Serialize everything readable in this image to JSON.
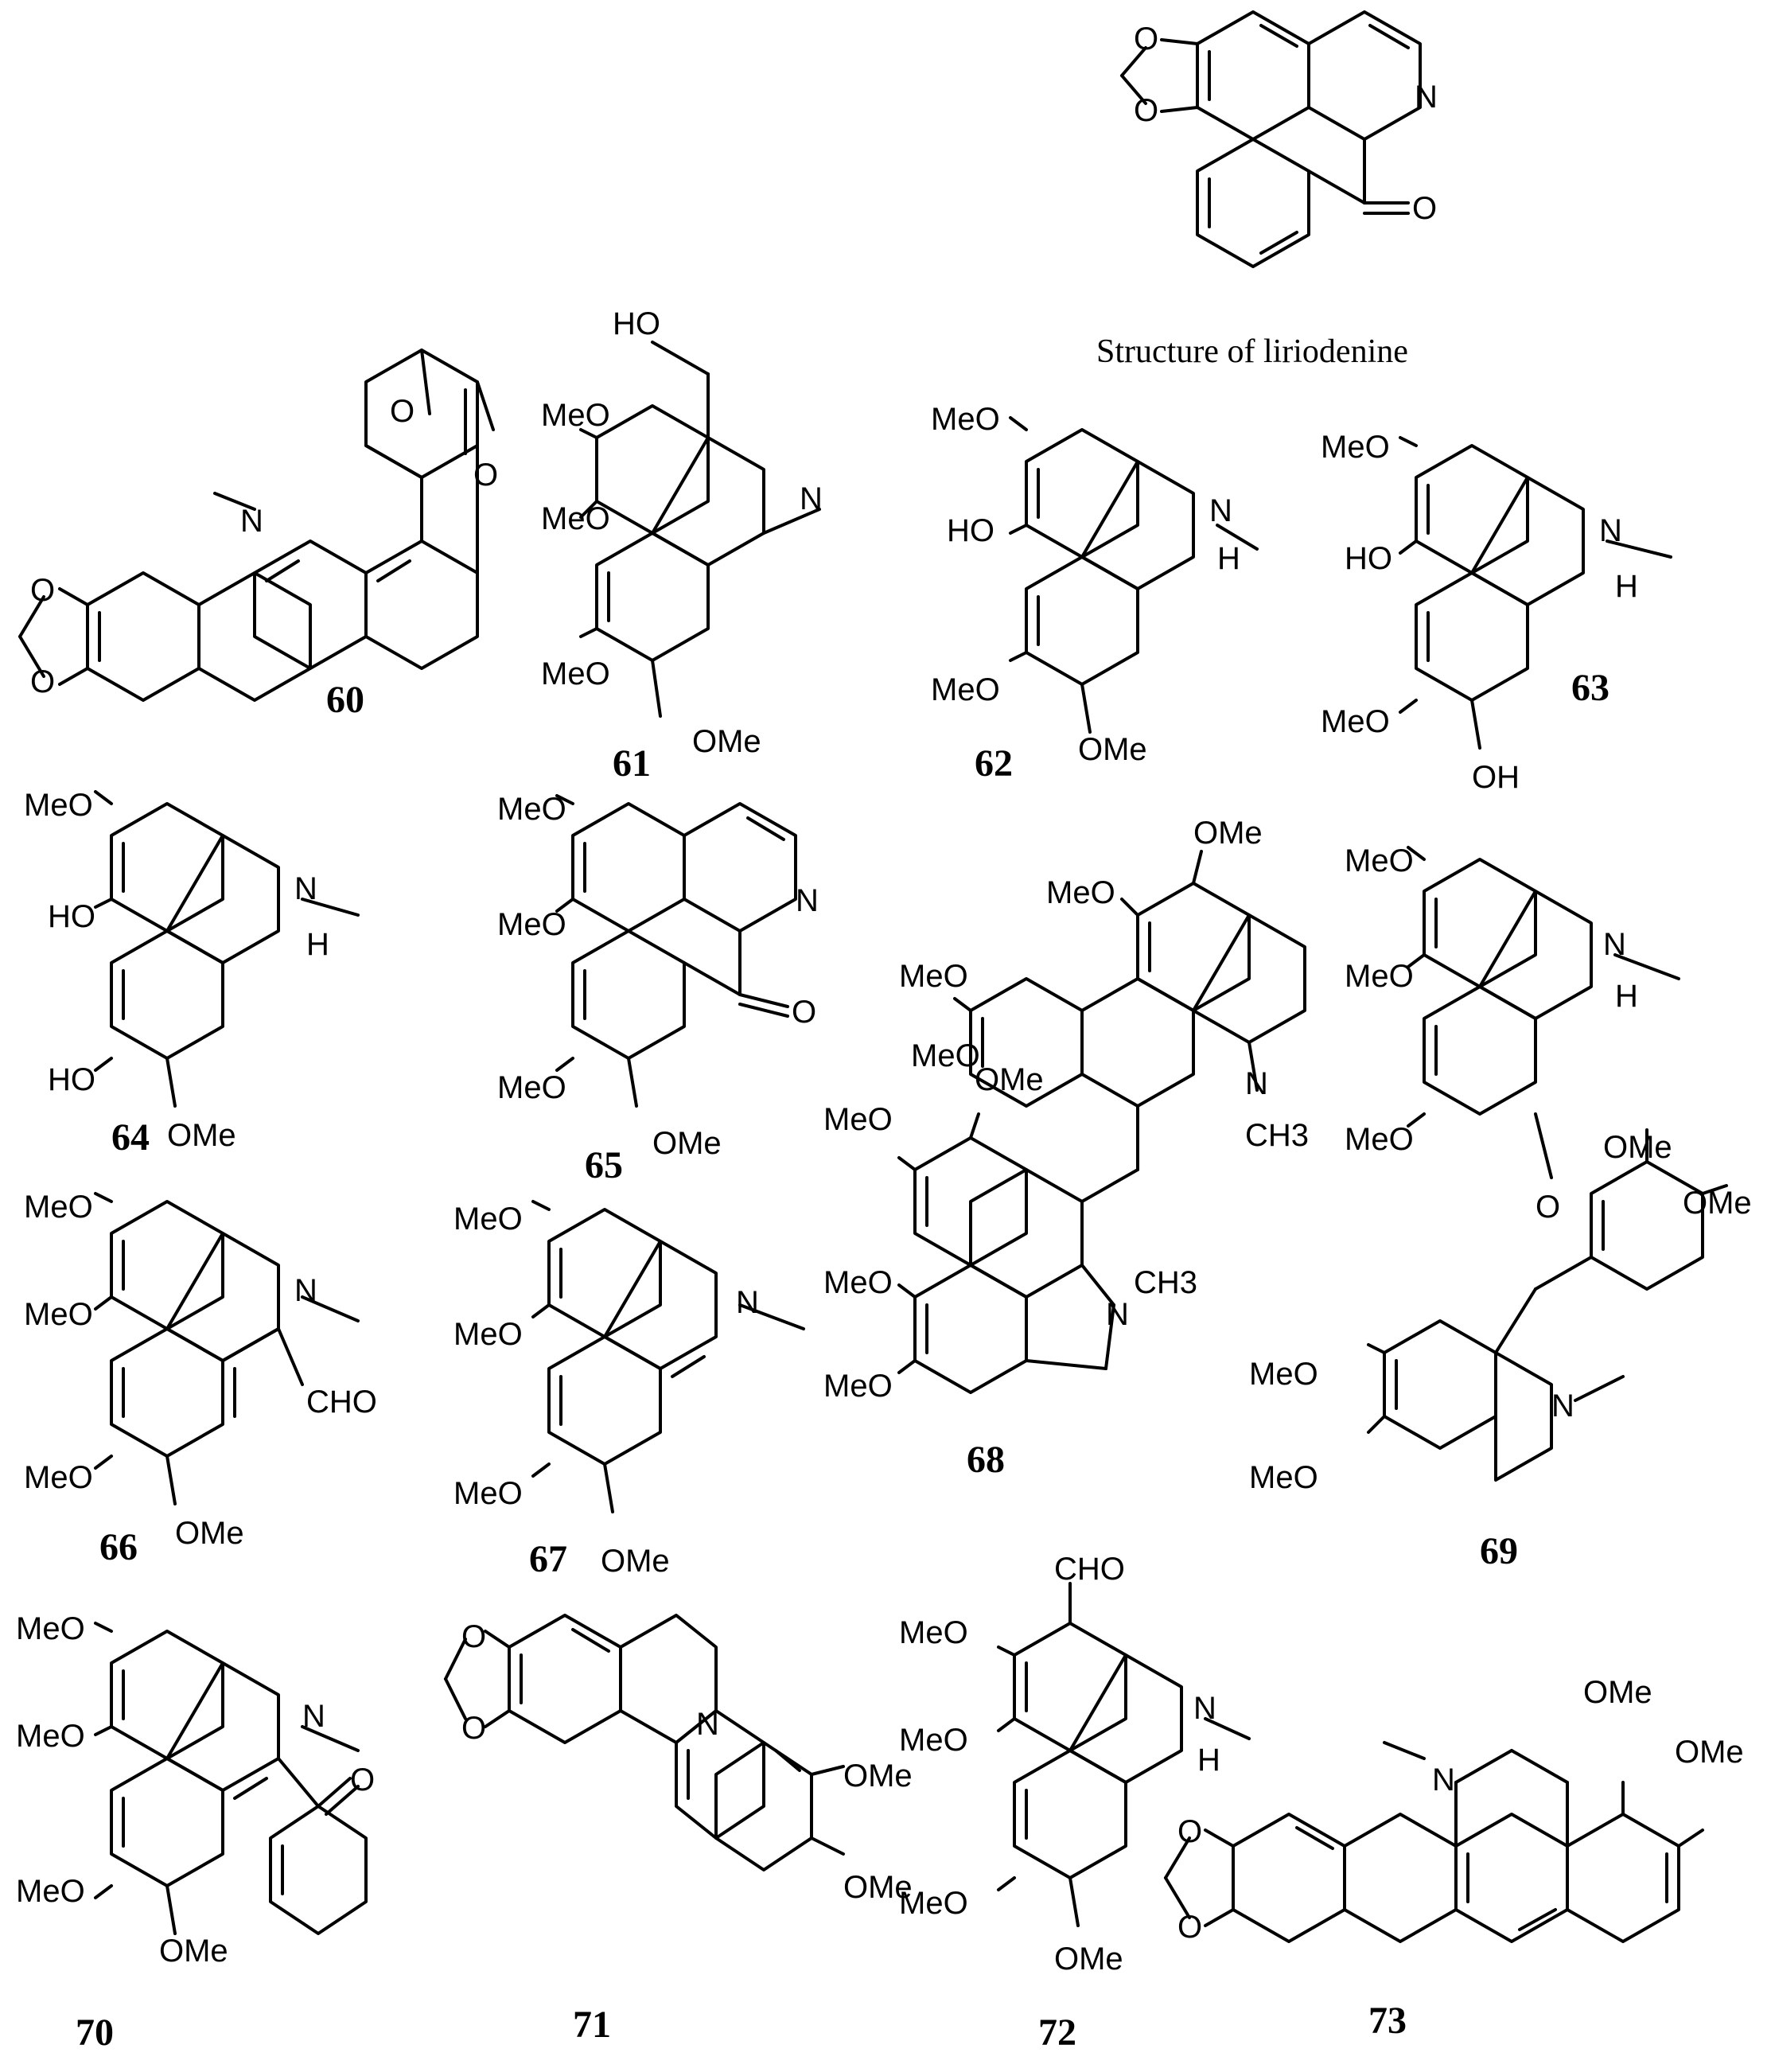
{
  "caption": "Structure of liriodenine",
  "colors": {
    "ink": "#000000",
    "background": "#ffffff"
  },
  "compounds": [
    {
      "id": "liriodenine",
      "number": "",
      "labels": [
        "O",
        "O",
        "N",
        "O"
      ]
    },
    {
      "id": "c60",
      "number": "60",
      "labels": [
        "N",
        "O",
        "O",
        "O",
        "O"
      ]
    },
    {
      "id": "c61",
      "number": "61",
      "labels": [
        "HO",
        "MeO",
        "MeO",
        "N",
        "MeO",
        "OMe"
      ]
    },
    {
      "id": "c62",
      "number": "62",
      "labels": [
        "MeO",
        "HO",
        "N",
        "H",
        "MeO",
        "OMe"
      ]
    },
    {
      "id": "c63",
      "number": "63",
      "labels": [
        "MeO",
        "HO",
        "N",
        "H",
        "MeO",
        "OH"
      ]
    },
    {
      "id": "c64",
      "number": "64",
      "labels": [
        "MeO",
        "HO",
        "N",
        "H",
        "HO",
        "OMe"
      ]
    },
    {
      "id": "c65",
      "number": "65",
      "labels": [
        "MeO",
        "MeO",
        "N",
        "O",
        "MeO",
        "OMe"
      ]
    },
    {
      "id": "c66",
      "number": "66",
      "labels": [
        "MeO",
        "MeO",
        "N",
        "CHO",
        "MeO",
        "OMe"
      ]
    },
    {
      "id": "c67",
      "number": "67",
      "labels": [
        "MeO",
        "MeO",
        "N",
        "MeO",
        "OMe"
      ]
    },
    {
      "id": "c68",
      "number": "68",
      "labels": [
        "OMe",
        "MeO",
        "MeO",
        "MeO",
        "OMe",
        "N",
        "CH3",
        "MeO",
        "MeO",
        "MeO",
        "N",
        "CH3"
      ]
    },
    {
      "id": "c69",
      "number": "69",
      "labels": [
        "MeO",
        "MeO",
        "N",
        "H",
        "MeO",
        "O",
        "OMe",
        "OMe",
        "MeO",
        "MeO",
        "N"
      ]
    },
    {
      "id": "c70",
      "number": "70",
      "labels": [
        "MeO",
        "MeO",
        "N",
        "O",
        "MeO",
        "OMe"
      ]
    },
    {
      "id": "c71",
      "number": "71",
      "labels": [
        "O",
        "O",
        "N",
        "OMe",
        "OMe"
      ]
    },
    {
      "id": "c72",
      "number": "72",
      "labels": [
        "CHO",
        "MeO",
        "MeO",
        "N",
        "H",
        "MeO",
        "OMe"
      ]
    },
    {
      "id": "c73",
      "number": "73",
      "labels": [
        "N",
        "OMe",
        "OMe",
        "O",
        "O"
      ]
    }
  ]
}
